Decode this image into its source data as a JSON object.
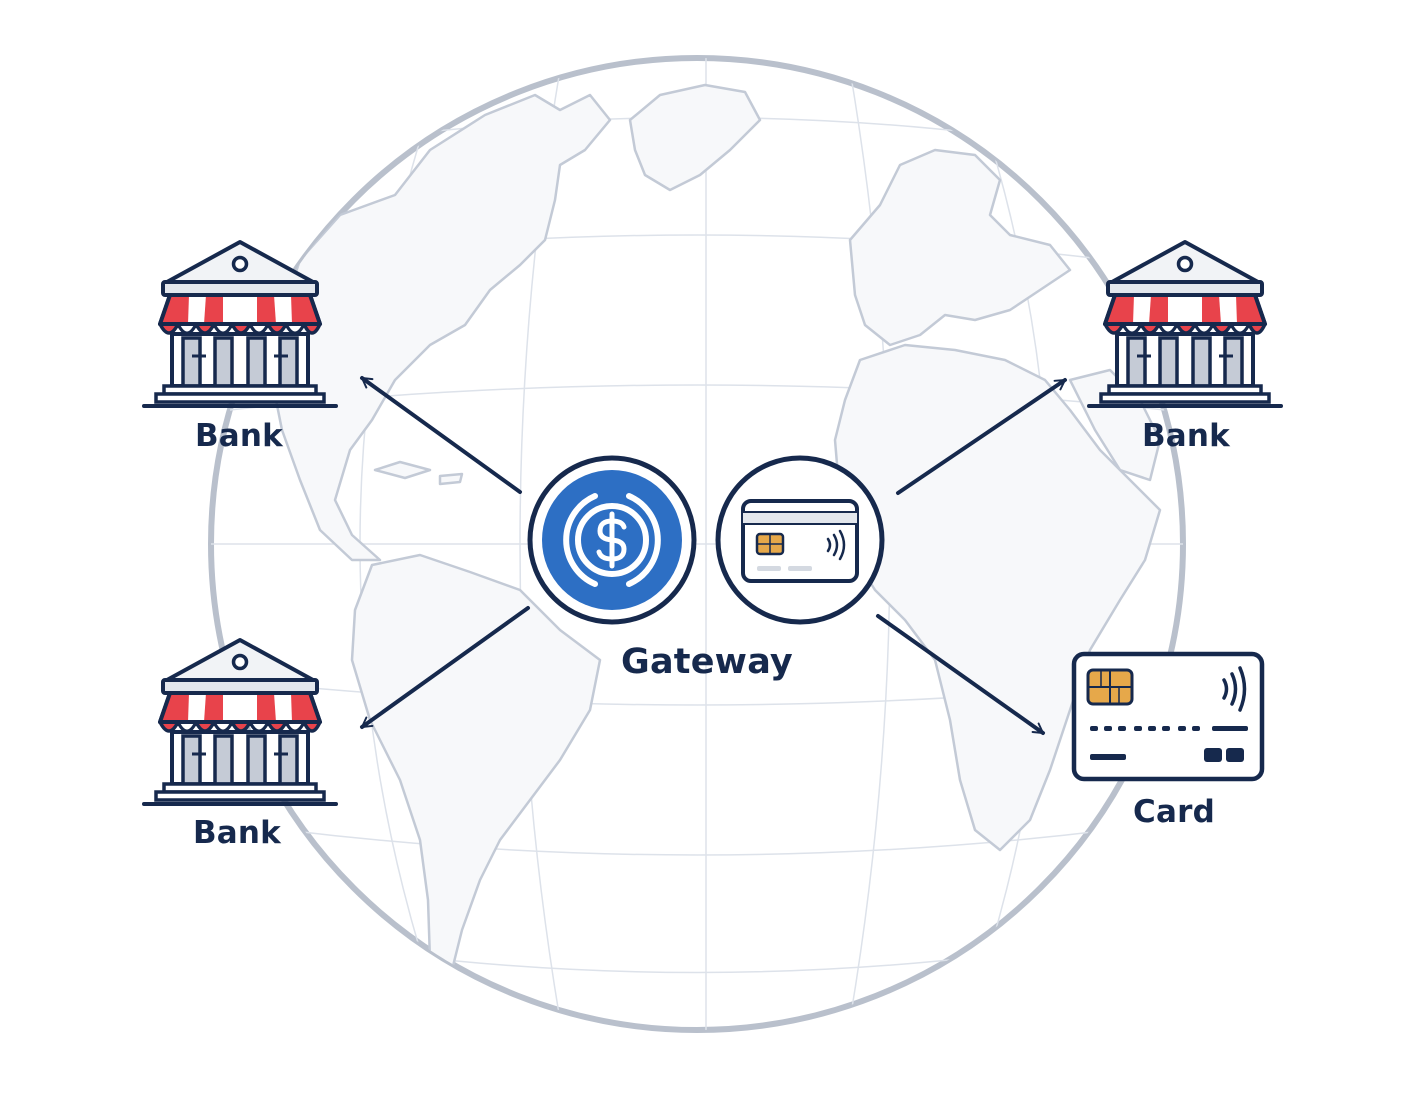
{
  "nodes": {
    "bank_top_left": {
      "label": "Bank",
      "icon": "bank-icon"
    },
    "bank_bottom_left": {
      "label": "Bank",
      "icon": "bank-icon"
    },
    "bank_right": {
      "label": "Bank",
      "icon": "bank-icon"
    },
    "card": {
      "label": "Card",
      "icon": "credit-card-icon"
    },
    "gateway": {
      "label": "Gateway",
      "icons": [
        "usdc-dollar-icon",
        "credit-card-icon"
      ]
    }
  },
  "edges": [
    {
      "from": "gateway",
      "to": "bank_top_left"
    },
    {
      "from": "gateway",
      "to": "bank_bottom_left"
    },
    {
      "from": "gateway",
      "to": "bank_right"
    },
    {
      "from": "gateway",
      "to": "card"
    }
  ],
  "colors": {
    "navy": "#16294d",
    "usdc_blue": "#2d6fc4",
    "awning_red": "#e8434b",
    "chip_gold": "#e6a84a",
    "globe_line": "#b9c0cc",
    "map_line": "#c9d0dc"
  }
}
